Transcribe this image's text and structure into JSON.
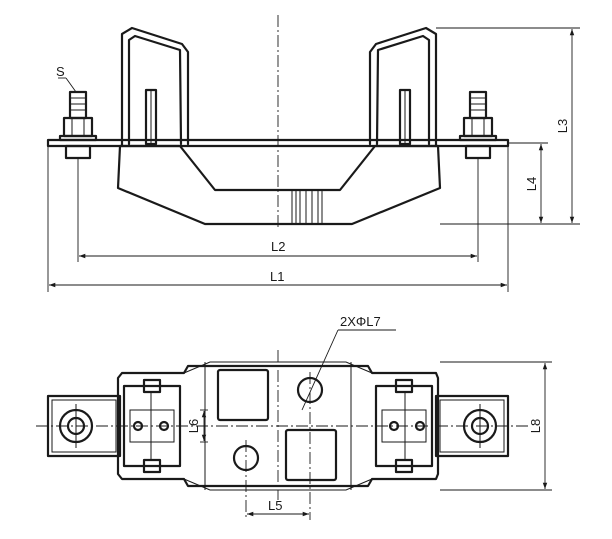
{
  "labels": {
    "s": "S",
    "l1": "L1",
    "l2": "L2",
    "l3": "L3",
    "l4": "L4",
    "l5": "L5",
    "l6": "L6",
    "l7": "2XΦL7",
    "l8": "L8"
  },
  "colors": {
    "line": "#1a1a1a",
    "background": "#ffffff"
  }
}
